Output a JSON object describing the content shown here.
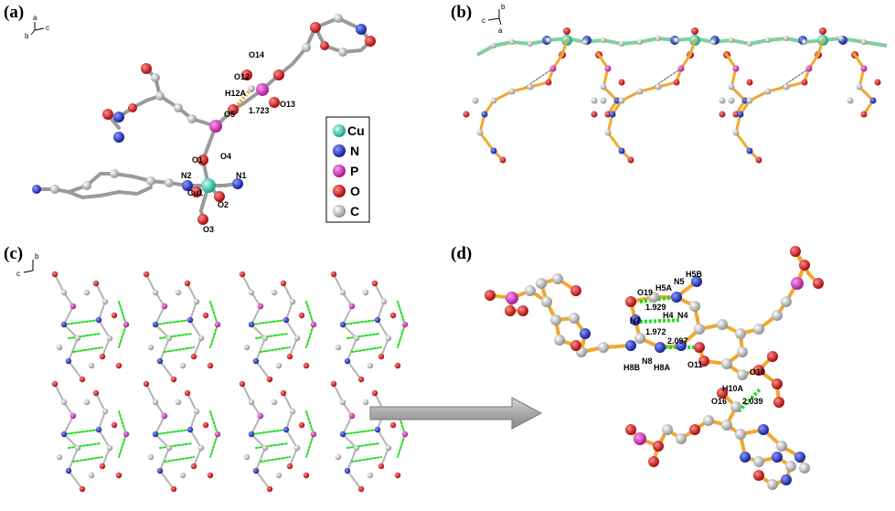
{
  "panels": {
    "a": {
      "label": "(a)",
      "axes": {
        "a": "a",
        "b": "b",
        "c": "c"
      },
      "atom_labels": [
        "O14",
        "O12",
        "H12A",
        "O13",
        "O5",
        "1.723",
        "O4",
        "O1",
        "N2",
        "N1",
        "Cu1",
        "O2",
        "O3"
      ],
      "legend": [
        {
          "label": "Cu",
          "color": "#33e0c0"
        },
        {
          "label": "N",
          "color": "#1c2fd6"
        },
        {
          "label": "P",
          "color": "#e033c8"
        },
        {
          "label": "O",
          "color": "#e01818"
        },
        {
          "label": "C",
          "color": "#b4b4b4"
        }
      ]
    },
    "b": {
      "label": "(b)",
      "axes": {
        "b": "b",
        "c": "c",
        "a": "a"
      }
    },
    "c": {
      "label": "(c)",
      "axes": {
        "b": "b",
        "c": "c"
      }
    },
    "d": {
      "label": "(d)",
      "atom_labels": [
        "O19",
        "H5A",
        "N5",
        "H5B",
        "1.929",
        "N7",
        "H4",
        "N4",
        "1.972",
        "2.097",
        "H8B",
        "N8",
        "H8A",
        "O11",
        "O10",
        "H10A",
        "O16",
        "2.039"
      ]
    }
  },
  "colors": {
    "cu": "#33e0c0",
    "n": "#1c2fd6",
    "p": "#e033c8",
    "o": "#e01818",
    "c": "#b4b4b4",
    "bond_orange": "#f0a830",
    "bond_green": "#7fcfa0",
    "hbond_green": "#22dd22",
    "hbond_orange": "#f0a830",
    "arrow": "#a0a0a0"
  }
}
